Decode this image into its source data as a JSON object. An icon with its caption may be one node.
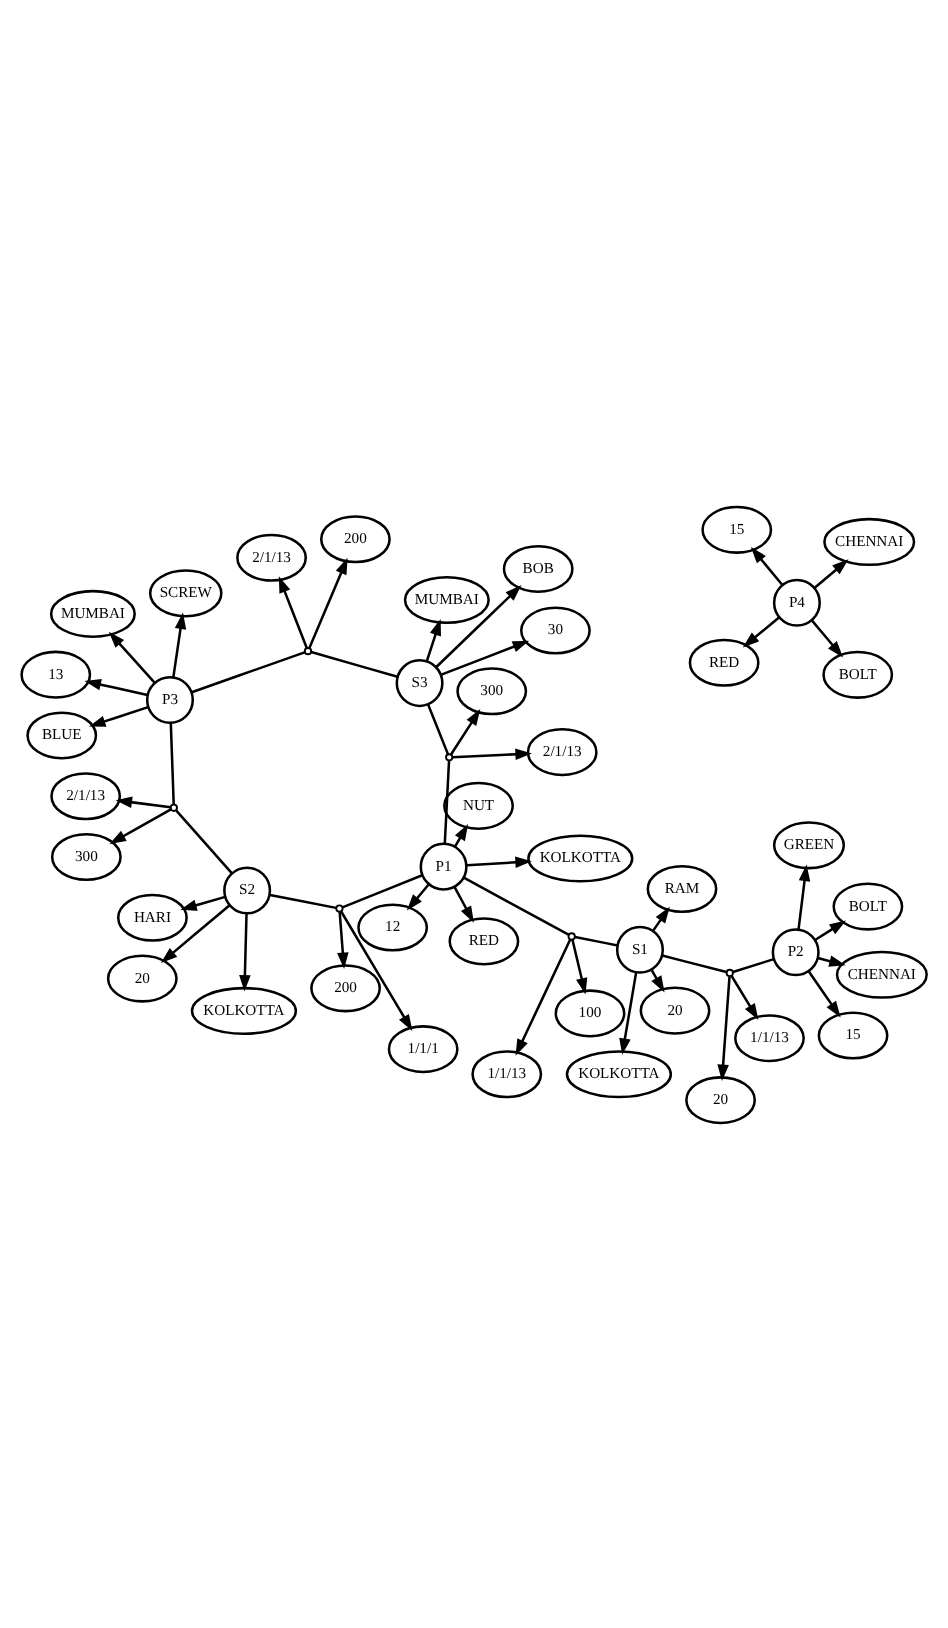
{
  "diagram": {
    "nodes": [
      {
        "text": [
          "1/1/13"
        ]
      },
      {
        "text": [
          "100"
        ]
      },
      {
        "text": [
          "RED"
        ]
      },
      {
        "text": [
          "NUT"
        ]
      },
      {
        "text": [
          "20"
        ]
      },
      {
        "text": [
          "P1"
        ]
      },
      {
        "text": [
          "12"
        ]
      },
      {
        "text": [
          "1/1/13"
        ]
      },
      {
        "text": [
          "20"
        ]
      },
      {
        "text": [],
        "shape": "circle"
      },
      {
        "text": [
          "KOLKOTTA"
        ]
      },
      {
        "text": [
          "S1"
        ]
      },
      {
        "text": [],
        "shape": "circle"
      },
      {
        "text": [
          "KOLKOTTA"
        ]
      },
      {
        "text": [
          "RAM"
        ]
      },
      {
        "text": [
          "200"
        ]
      },
      {
        "text": [
          "1/1/1"
        ]
      },
      {
        "text": [
          "GREEN"
        ]
      },
      {
        "text": [],
        "shape": "circle"
      },
      {
        "text": [
          "20"
        ]
      },
      {
        "text": [
          "KOLKOTTA"
        ]
      },
      {
        "text": [
          "S2"
        ]
      },
      {
        "text": [
          "2/1/13"
        ]
      },
      {
        "text": [
          "P2"
        ]
      },
      {
        "text": [
          "BOLT"
        ]
      },
      {
        "text": [
          "15"
        ]
      },
      {
        "text": [
          "HARI"
        ]
      },
      {
        "text": [],
        "shape": "circle"
      },
      {
        "text": [
          "300"
        ]
      },
      {
        "text": [
          "CHENNAI"
        ]
      },
      {
        "text": [
          "300"
        ]
      },
      {
        "text": [
          "2/1/13"
        ]
      },
      {
        "text": [
          "BLUE"
        ]
      },
      {
        "text": [
          "SCREW"
        ]
      },
      {
        "text": [
          "30"
        ]
      },
      {
        "text": [],
        "shape": "circle"
      },
      {
        "text": [
          "MUMBAI"
        ]
      },
      {
        "text": [
          "S3"
        ]
      },
      {
        "text": [
          "P3"
        ]
      },
      {
        "text": [
          "13"
        ]
      },
      {
        "text": [
          "BOB"
        ]
      },
      {
        "text": [],
        "shape": "circle"
      },
      {
        "text": [
          "MUMBAI"
        ]
      },
      {
        "text": [
          "2/1/13"
        ]
      },
      {
        "text": [
          "200"
        ]
      },
      {
        "text": [
          "RED"
        ]
      },
      {
        "text": [
          "BOLT"
        ]
      },
      {
        "text": [
          "P4"
        ]
      },
      {
        "text": [
          "15"
        ]
      },
      {
        "text": [
          "CHENNAI"
        ]
      }
    ],
    "edges": [
      {
        "from": 11,
        "to": 4,
        "arrow": "to"
      },
      {
        "from": 11,
        "to": 10,
        "arrow": "to"
      },
      {
        "from": 11,
        "to": 14,
        "arrow": "to"
      },
      {
        "from": 11,
        "to": 9,
        "arrow": "none"
      },
      {
        "from": 9,
        "to": 5,
        "arrow": "none"
      },
      {
        "from": 9,
        "to": 0,
        "arrow": "to"
      },
      {
        "from": 9,
        "to": 1,
        "arrow": "to"
      },
      {
        "from": 11,
        "to": 12,
        "arrow": "none"
      },
      {
        "from": 12,
        "to": 23,
        "arrow": "none"
      },
      {
        "from": 12,
        "to": 7,
        "arrow": "to"
      },
      {
        "from": 12,
        "to": 8,
        "arrow": "to"
      },
      {
        "from": 5,
        "to": 2,
        "arrow": "to"
      },
      {
        "from": 5,
        "to": 3,
        "arrow": "to"
      },
      {
        "from": 5,
        "to": 6,
        "arrow": "to"
      },
      {
        "from": 5,
        "to": 13,
        "arrow": "to"
      },
      {
        "from": 21,
        "to": 19,
        "arrow": "to"
      },
      {
        "from": 21,
        "to": 20,
        "arrow": "to"
      },
      {
        "from": 21,
        "to": 26,
        "arrow": "to"
      },
      {
        "from": 21,
        "to": 18,
        "arrow": "none"
      },
      {
        "from": 18,
        "to": 5,
        "arrow": "none"
      },
      {
        "from": 18,
        "to": 16,
        "arrow": "to"
      },
      {
        "from": 18,
        "to": 15,
        "arrow": "to"
      },
      {
        "from": 21,
        "to": 27,
        "arrow": "none"
      },
      {
        "from": 27,
        "to": 38,
        "arrow": "none"
      },
      {
        "from": 27,
        "to": 22,
        "arrow": "to"
      },
      {
        "from": 27,
        "to": 28,
        "arrow": "to"
      },
      {
        "from": 23,
        "to": 17,
        "arrow": "to"
      },
      {
        "from": 23,
        "to": 24,
        "arrow": "to"
      },
      {
        "from": 23,
        "to": 25,
        "arrow": "to"
      },
      {
        "from": 23,
        "to": 29,
        "arrow": "to"
      },
      {
        "from": 37,
        "to": 34,
        "arrow": "to"
      },
      {
        "from": 37,
        "to": 36,
        "arrow": "to"
      },
      {
        "from": 37,
        "to": 40,
        "arrow": "to"
      },
      {
        "from": 37,
        "to": 35,
        "arrow": "none"
      },
      {
        "from": 35,
        "to": 5,
        "arrow": "none"
      },
      {
        "from": 35,
        "to": 30,
        "arrow": "to"
      },
      {
        "from": 35,
        "to": 31,
        "arrow": "to"
      },
      {
        "from": 37,
        "to": 41,
        "arrow": "none"
      },
      {
        "from": 41,
        "to": 38,
        "arrow": "none"
      },
      {
        "from": 41,
        "to": 43,
        "arrow": "to"
      },
      {
        "from": 41,
        "to": 44,
        "arrow": "to"
      },
      {
        "from": 38,
        "to": 32,
        "arrow": "to"
      },
      {
        "from": 38,
        "to": 33,
        "arrow": "to"
      },
      {
        "from": 38,
        "to": 39,
        "arrow": "to"
      },
      {
        "from": 38,
        "to": 42,
        "arrow": "to"
      },
      {
        "from": 47,
        "to": 45,
        "arrow": "to"
      },
      {
        "from": 47,
        "to": 46,
        "arrow": "to"
      },
      {
        "from": 47,
        "to": 48,
        "arrow": "to"
      },
      {
        "from": 47,
        "to": 49,
        "arrow": "to"
      }
    ]
  }
}
